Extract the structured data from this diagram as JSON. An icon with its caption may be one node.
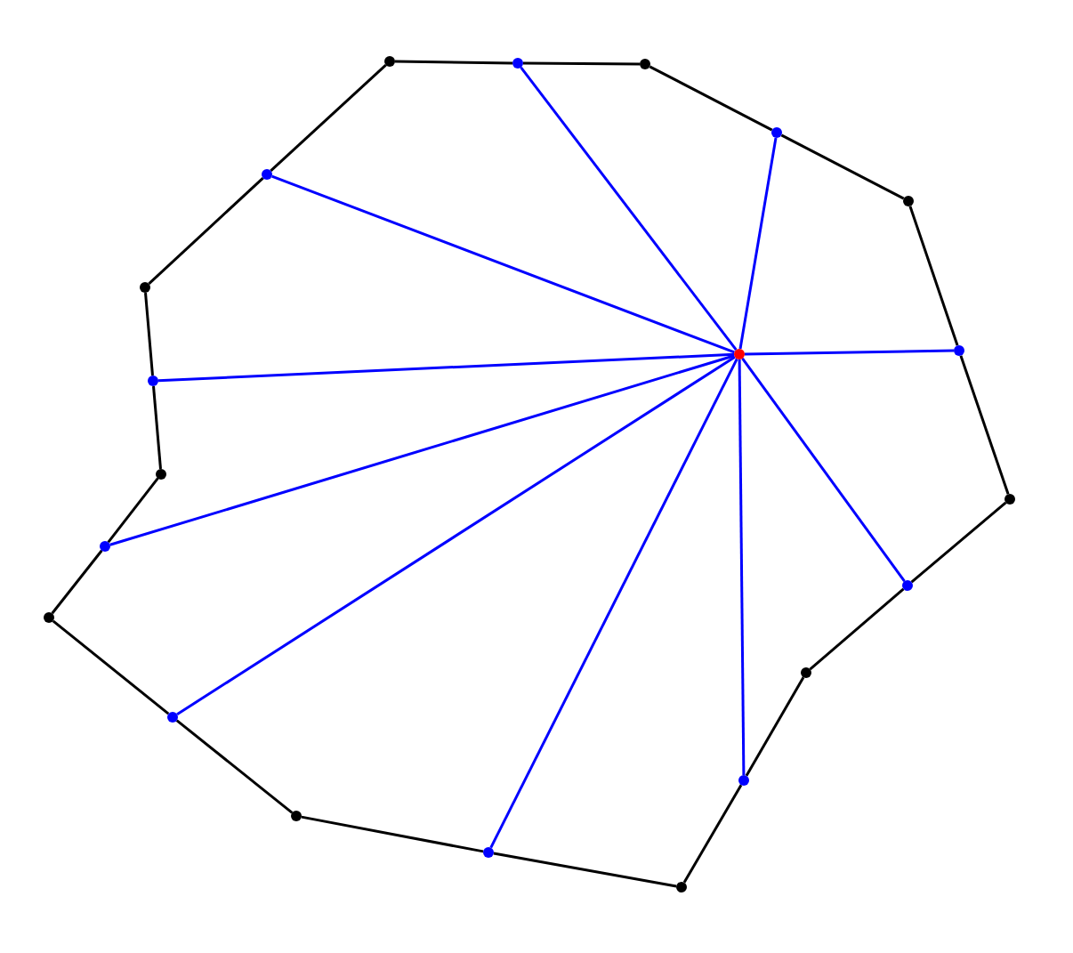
{
  "diagram": {
    "nodes": [
      {
        "text": [],
        "shape": "circle"
      },
      {
        "text": [],
        "shape": "circle"
      },
      {
        "text": [],
        "shape": "circle"
      },
      {
        "text": [],
        "shape": "circle"
      },
      {
        "text": [],
        "shape": "circle"
      },
      {
        "text": [],
        "shape": "circle"
      },
      {
        "text": [],
        "shape": "circle"
      },
      {
        "text": [],
        "shape": "circle"
      },
      {
        "text": [],
        "shape": "circle"
      },
      {
        "text": [],
        "shape": "circle"
      },
      {
        "text": [],
        "shape": "circle"
      },
      {
        "text": [],
        "shape": "circle"
      },
      {
        "text": [],
        "shape": "circle"
      },
      {
        "text": [],
        "shape": "circle"
      },
      {
        "text": [],
        "shape": "circle"
      },
      {
        "text": [],
        "shape": "circle"
      },
      {
        "text": [],
        "shape": "circle"
      },
      {
        "text": [],
        "shape": "circle"
      },
      {
        "text": [],
        "shape": "circle"
      },
      {
        "text": [],
        "shape": "circle"
      },
      {
        "text": [],
        "shape": "circle"
      }
    ],
    "edges": [
      {
        "from": 0,
        "to": 1,
        "arrow": "none"
      },
      {
        "from": 1,
        "to": 2,
        "arrow": "none"
      },
      {
        "from": 2,
        "to": 3,
        "arrow": "none"
      },
      {
        "from": 3,
        "to": 5,
        "arrow": "none"
      },
      {
        "from": 5,
        "to": 7,
        "arrow": "none"
      },
      {
        "from": 7,
        "to": 11,
        "arrow": "none"
      },
      {
        "from": 11,
        "to": 13,
        "arrow": "none"
      },
      {
        "from": 13,
        "to": 15,
        "arrow": "none"
      },
      {
        "from": 15,
        "to": 17,
        "arrow": "none"
      },
      {
        "from": 17,
        "to": 20,
        "arrow": "none"
      },
      {
        "from": 20,
        "to": 19,
        "arrow": "none"
      },
      {
        "from": 19,
        "to": 18,
        "arrow": "none"
      },
      {
        "from": 18,
        "to": 16,
        "arrow": "none"
      },
      {
        "from": 16,
        "to": 14,
        "arrow": "none"
      },
      {
        "from": 14,
        "to": 12,
        "arrow": "none"
      },
      {
        "from": 12,
        "to": 10,
        "arrow": "none"
      },
      {
        "from": 10,
        "to": 9,
        "arrow": "none"
      },
      {
        "from": 9,
        "to": 6,
        "arrow": "none"
      },
      {
        "from": 6,
        "to": 4,
        "arrow": "none"
      },
      {
        "from": 4,
        "to": 0,
        "arrow": "none"
      },
      {
        "from": 8,
        "to": 1,
        "arrow": "none",
        "color": "#0000ff"
      },
      {
        "from": 8,
        "to": 3,
        "arrow": "none",
        "color": "#0000ff"
      },
      {
        "from": 8,
        "to": 7,
        "arrow": "none",
        "color": "#0000ff"
      },
      {
        "from": 8,
        "to": 13,
        "arrow": "none",
        "color": "#0000ff"
      },
      {
        "from": 8,
        "to": 17,
        "arrow": "none",
        "color": "#0000ff"
      },
      {
        "from": 8,
        "to": 19,
        "arrow": "none",
        "color": "#0000ff"
      },
      {
        "from": 8,
        "to": 16,
        "arrow": "none",
        "color": "#0000ff"
      },
      {
        "from": 8,
        "to": 12,
        "arrow": "none",
        "color": "#0000ff"
      },
      {
        "from": 8,
        "to": 9,
        "arrow": "none",
        "color": "#0000ff"
      },
      {
        "from": 8,
        "to": 4,
        "arrow": "none",
        "color": "#0000ff"
      }
    ]
  }
}
